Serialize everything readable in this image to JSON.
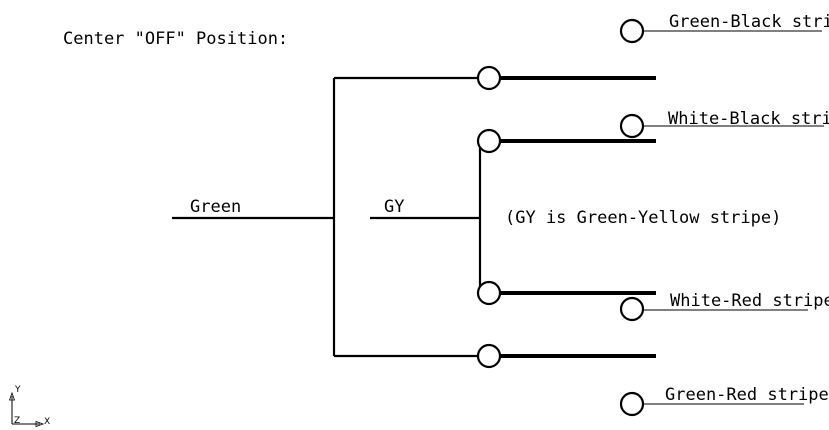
{
  "title": "Center \"OFF\" Position:",
  "wires": {
    "input_label": "Green",
    "common_label": "GY",
    "common_note": "(GY is Green-Yellow stripe)"
  },
  "outputs": [
    {
      "label": "Green-Black stripe"
    },
    {
      "label": "White-Black stripe"
    },
    {
      "label": "White-Red stripe"
    },
    {
      "label": "Green-Red stripe"
    }
  ],
  "ucs": {
    "y_label": "Y",
    "z_label": "Z",
    "x_label": "X"
  }
}
